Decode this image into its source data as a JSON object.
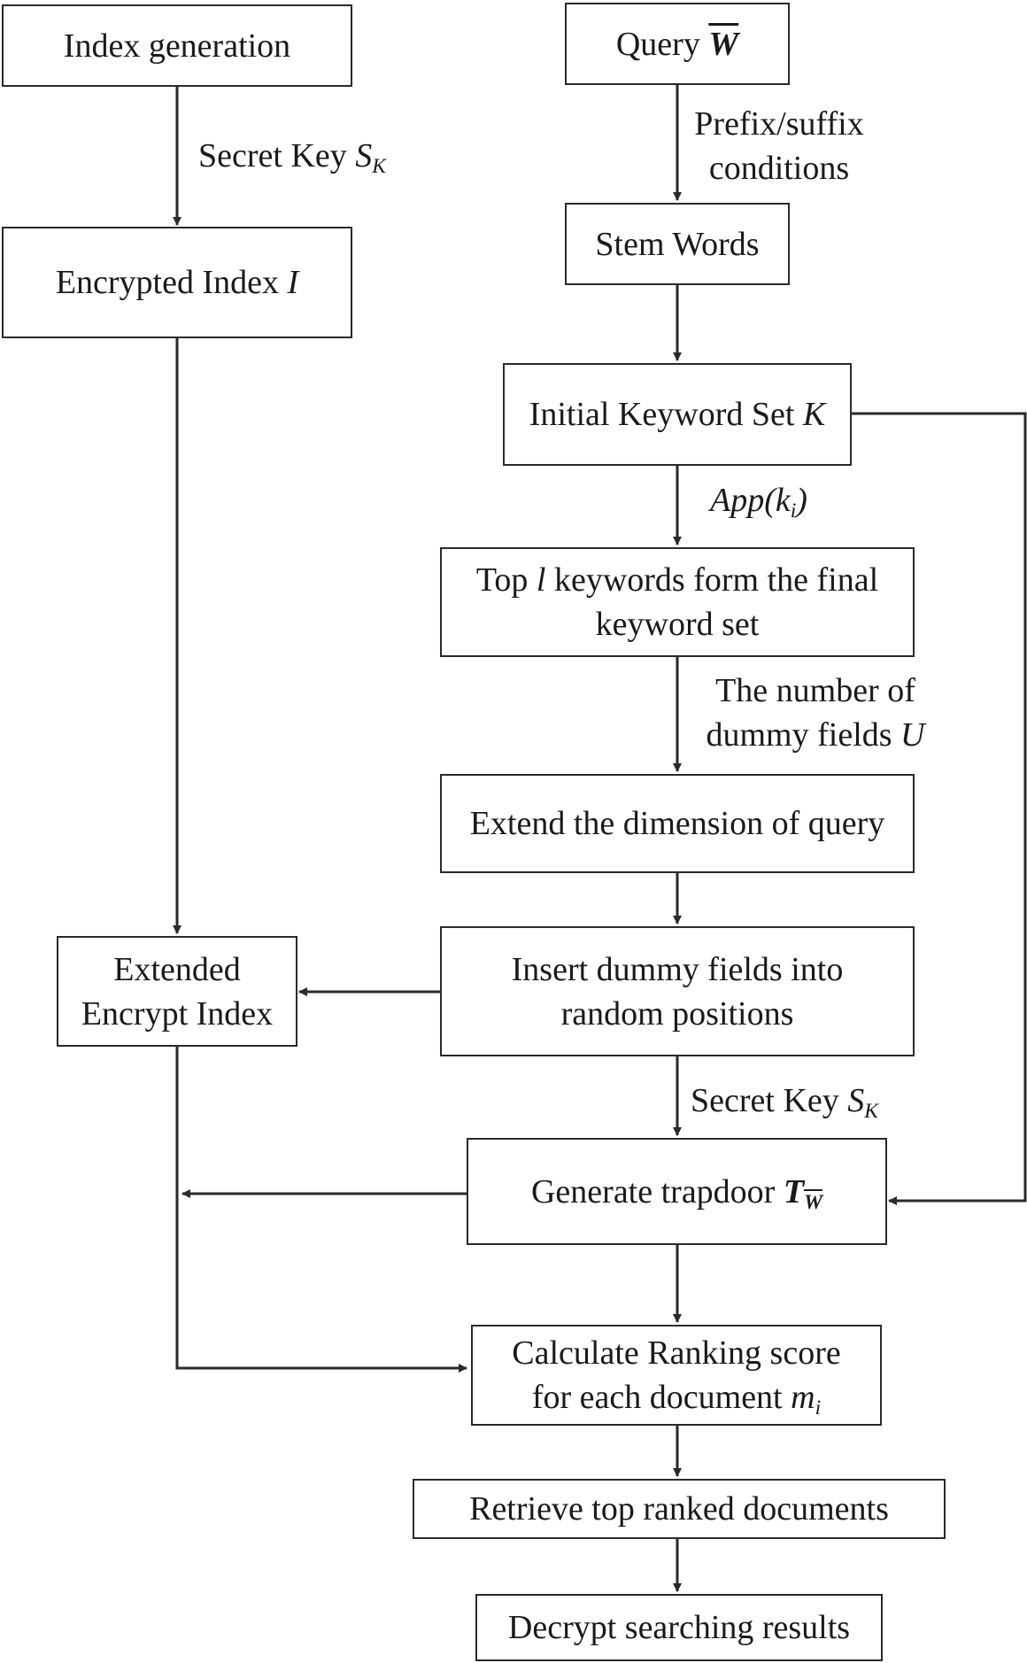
{
  "nodes": {
    "index_generation": {
      "text": "Index generation"
    },
    "encrypted_index": {
      "text": "Encrypted Index",
      "var": "I"
    },
    "extended_index": {
      "line1": "Extended",
      "line2": "Encrypt Index"
    },
    "query": {
      "text": "Query",
      "var": "W"
    },
    "stem_words": {
      "text": "Stem Words"
    },
    "initial_keyword_set": {
      "text": "Initial Keyword Set",
      "var": "K"
    },
    "top_keywords": {
      "pre": "Top",
      "var": "l",
      "post": "keywords form the final",
      "line2": "keyword set"
    },
    "extend_dimension": {
      "text": "Extend the dimension of query"
    },
    "insert_dummy": {
      "line1": "Insert dummy fields into",
      "line2": "random positions"
    },
    "generate_trapdoor": {
      "text": "Generate trapdoor",
      "var": "T",
      "sub": "W"
    },
    "calculate_score": {
      "line1": "Calculate Ranking score",
      "pre2": "for each document",
      "var": "m",
      "sub": "i"
    },
    "retrieve": {
      "text": "Retrieve top ranked documents"
    },
    "decrypt": {
      "text": "Decrypt searching results"
    }
  },
  "edge_labels": {
    "secret_key_1": {
      "text": "Secret Key",
      "var": "S",
      "sub": "K"
    },
    "prefix_suffix": {
      "line1": "Prefix/suffix",
      "line2": "conditions"
    },
    "app": {
      "text": "App(k",
      "sub": "i",
      "close": ")"
    },
    "dummy_number": {
      "line1": "The number of",
      "pre2": "dummy fields",
      "var": "U"
    },
    "secret_key_2": {
      "text": "Secret Key",
      "var": "S",
      "sub": "K"
    }
  }
}
